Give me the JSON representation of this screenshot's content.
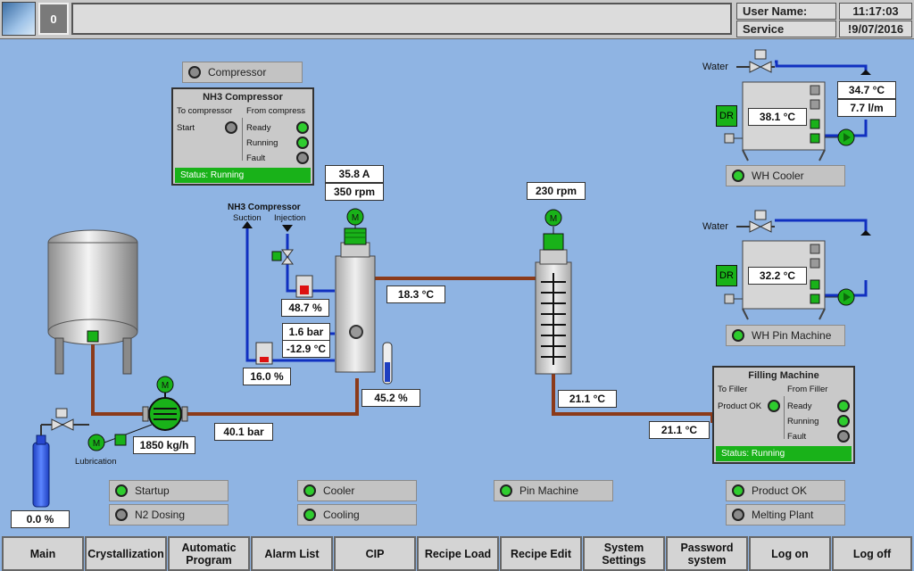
{
  "header": {
    "alarm_count": "0",
    "user_name_label": "User Name:",
    "user_name_value": "Service",
    "time": "11:17:03",
    "date": "!9/07/2016"
  },
  "compressor_btn": "Compressor",
  "nh3_panel": {
    "title": "NH3 Compressor",
    "to_label": "To compressor",
    "from_label": "From compress",
    "start": "Start",
    "ready": "Ready",
    "running": "Running",
    "fault": "Fault",
    "status": "Status: Running"
  },
  "process": {
    "current": "35.8 A",
    "rpm1": "350 rpm",
    "rpm2": "230 rpm",
    "nh3_label": "NH3 Compressor",
    "suction": "Suction",
    "injection": "Injection",
    "level1": "48.7 %",
    "pressure": "1.6 bar",
    "temp_low": "-12.9 °C",
    "level2": "16.0 %",
    "temp1": "18.3 °C",
    "level3": "45.2 %",
    "temp2": "21.1 °C",
    "temp3": "21.1 °C",
    "bar": "40.1 bar",
    "flow": "1850 kg/h",
    "lubrication": "Lubrication",
    "n2_level": "0.0 %"
  },
  "wh_cooler": {
    "water": "Water",
    "dr": "DR",
    "temp": "38.1 °C",
    "out_temp": "34.7 °C",
    "flow": "7.7 l/m",
    "btn": "WH Cooler"
  },
  "wh_pin": {
    "water": "Water",
    "dr": "DR",
    "temp": "32.2 °C",
    "btn": "WH Pin Machine"
  },
  "filling_panel": {
    "title": "Filling Machine",
    "to_label": "To Filler",
    "from_label": "From Filler",
    "product_ok": "Product OK",
    "ready": "Ready",
    "running": "Running",
    "fault": "Fault",
    "status": "Status: Running"
  },
  "status_buttons": {
    "startup": "Startup",
    "n2_dosing": "N2 Dosing",
    "cooler": "Cooler",
    "cooling": "Cooling",
    "pin_machine": "Pin Machine",
    "product_ok": "Product OK",
    "melting_plant": "Melting Plant"
  },
  "nav": [
    "Main",
    "Crystallization",
    "Automatic Program",
    "Alarm List",
    "CIP",
    "Recipe Load",
    "Recipe Edit",
    "System Settings",
    "Password system",
    "Log on",
    "Log off"
  ],
  "colors": {
    "background": "#8fb4e3",
    "indicator_on": "#2ecc2e",
    "indicator_off": "#8a8a8a",
    "pipe_product": "#8b3a1a",
    "pipe_ammonia": "#1030c0"
  }
}
